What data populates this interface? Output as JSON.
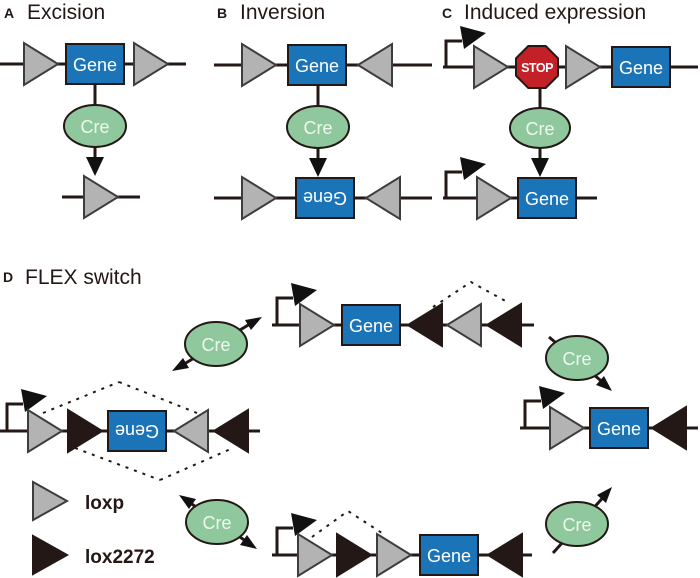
{
  "colors": {
    "gene_box_blue": "#1b74b8",
    "cre_ellipse_green": "#8fc89d",
    "stop_sign_red": "#c32127",
    "loxp_triangle_gray": "#b3b3b3",
    "lox2272_triangle_black": "#231815",
    "outline_black": "#231815",
    "label_text_white": "#ffffff"
  },
  "labels": {
    "gene": "Gene",
    "cre": "Cre",
    "stop": "STOP"
  },
  "panels": {
    "a": {
      "letter": "A",
      "title": "Excision"
    },
    "b": {
      "letter": "B",
      "title": "Inversion"
    },
    "c": {
      "letter": "C",
      "title": "Induced expression"
    },
    "d": {
      "letter": "D",
      "title": "FLEX switch"
    }
  },
  "legend": {
    "items": [
      {
        "icon": "loxp-triangle",
        "label": "loxp"
      },
      {
        "icon": "lox2272-triangle",
        "label": "lox2272"
      }
    ]
  }
}
